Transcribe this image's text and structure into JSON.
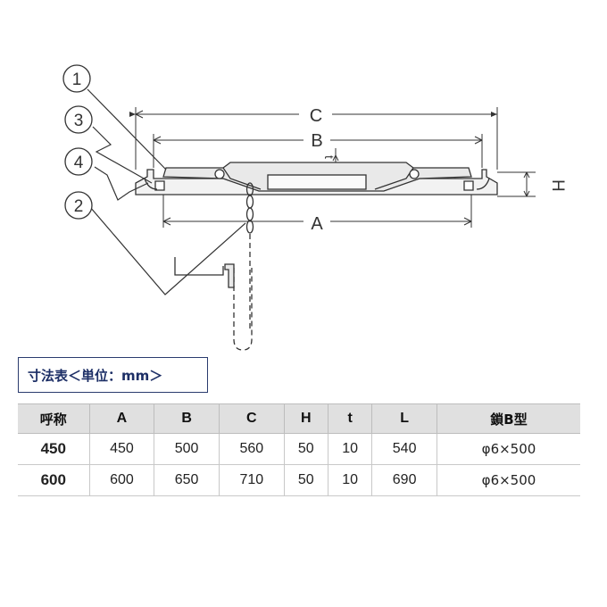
{
  "diagram": {
    "callouts": [
      "1",
      "3",
      "4",
      "2"
    ],
    "dims": {
      "c": "C",
      "b": "B",
      "a": "A",
      "h": "H",
      "t": "t"
    }
  },
  "table": {
    "title": "寸法表＜単位：mm＞",
    "headers": [
      "呼称",
      "A",
      "B",
      "C",
      "H",
      "t",
      "L",
      "鎖B型"
    ],
    "rows": [
      [
        "450",
        "450",
        "500",
        "560",
        "50",
        "10",
        "540",
        "φ6×500"
      ],
      [
        "600",
        "600",
        "650",
        "710",
        "50",
        "10",
        "690",
        "φ6×500"
      ]
    ]
  }
}
